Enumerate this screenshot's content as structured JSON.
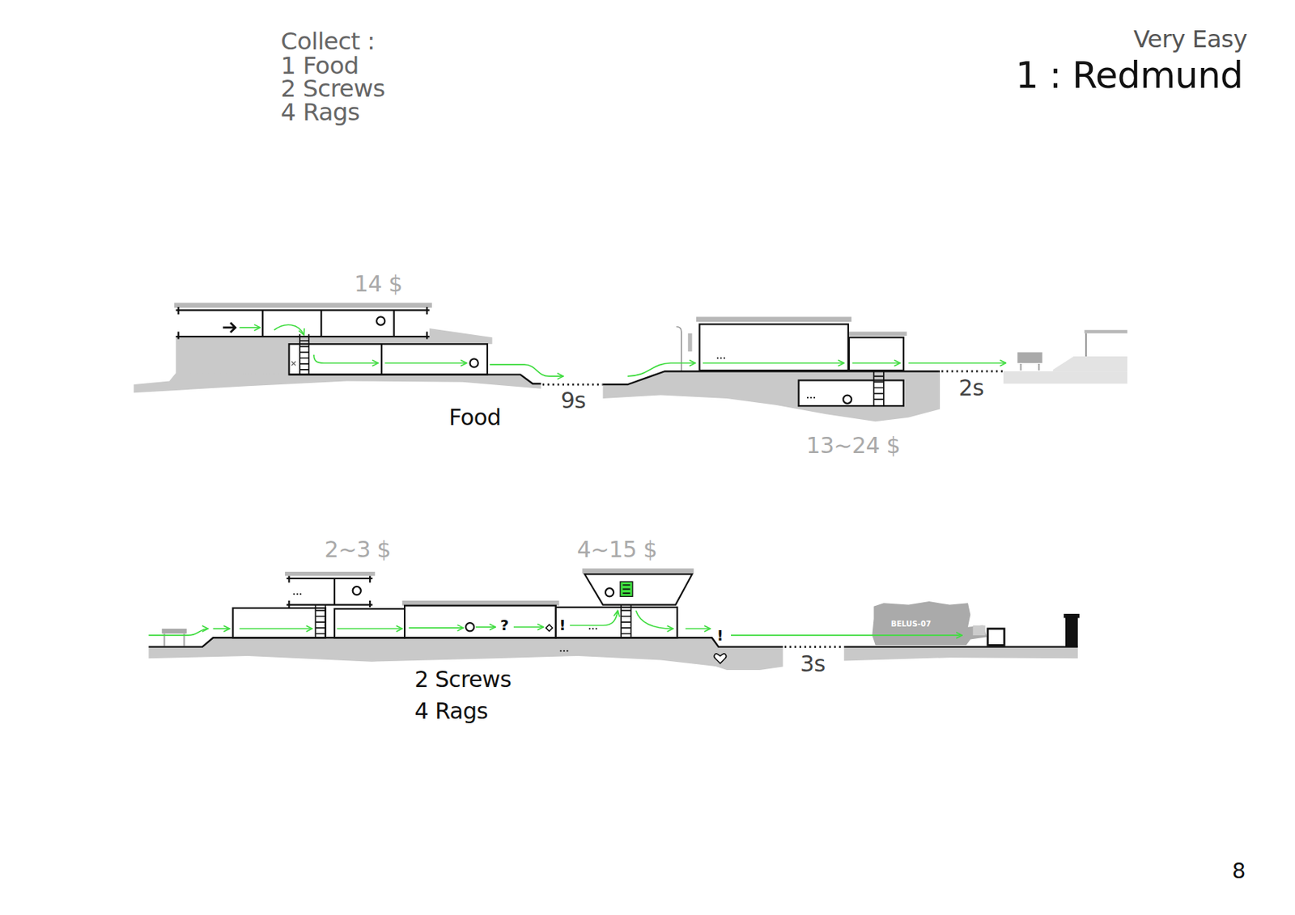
{
  "diagram": {
    "title": "1 : Redmund",
    "labels": [
      "Collect :",
      "1 Food",
      "2 Screws",
      "4 Rags",
      "Very Easy",
      "14 $",
      "Food",
      "9s",
      "13~24 $",
      "2s",
      "2~3 $",
      "4~15 $",
      "?",
      "!",
      "BELUS-07",
      "!",
      "2 Screws",
      "4 Rags",
      "3s",
      "8"
    ]
  }
}
